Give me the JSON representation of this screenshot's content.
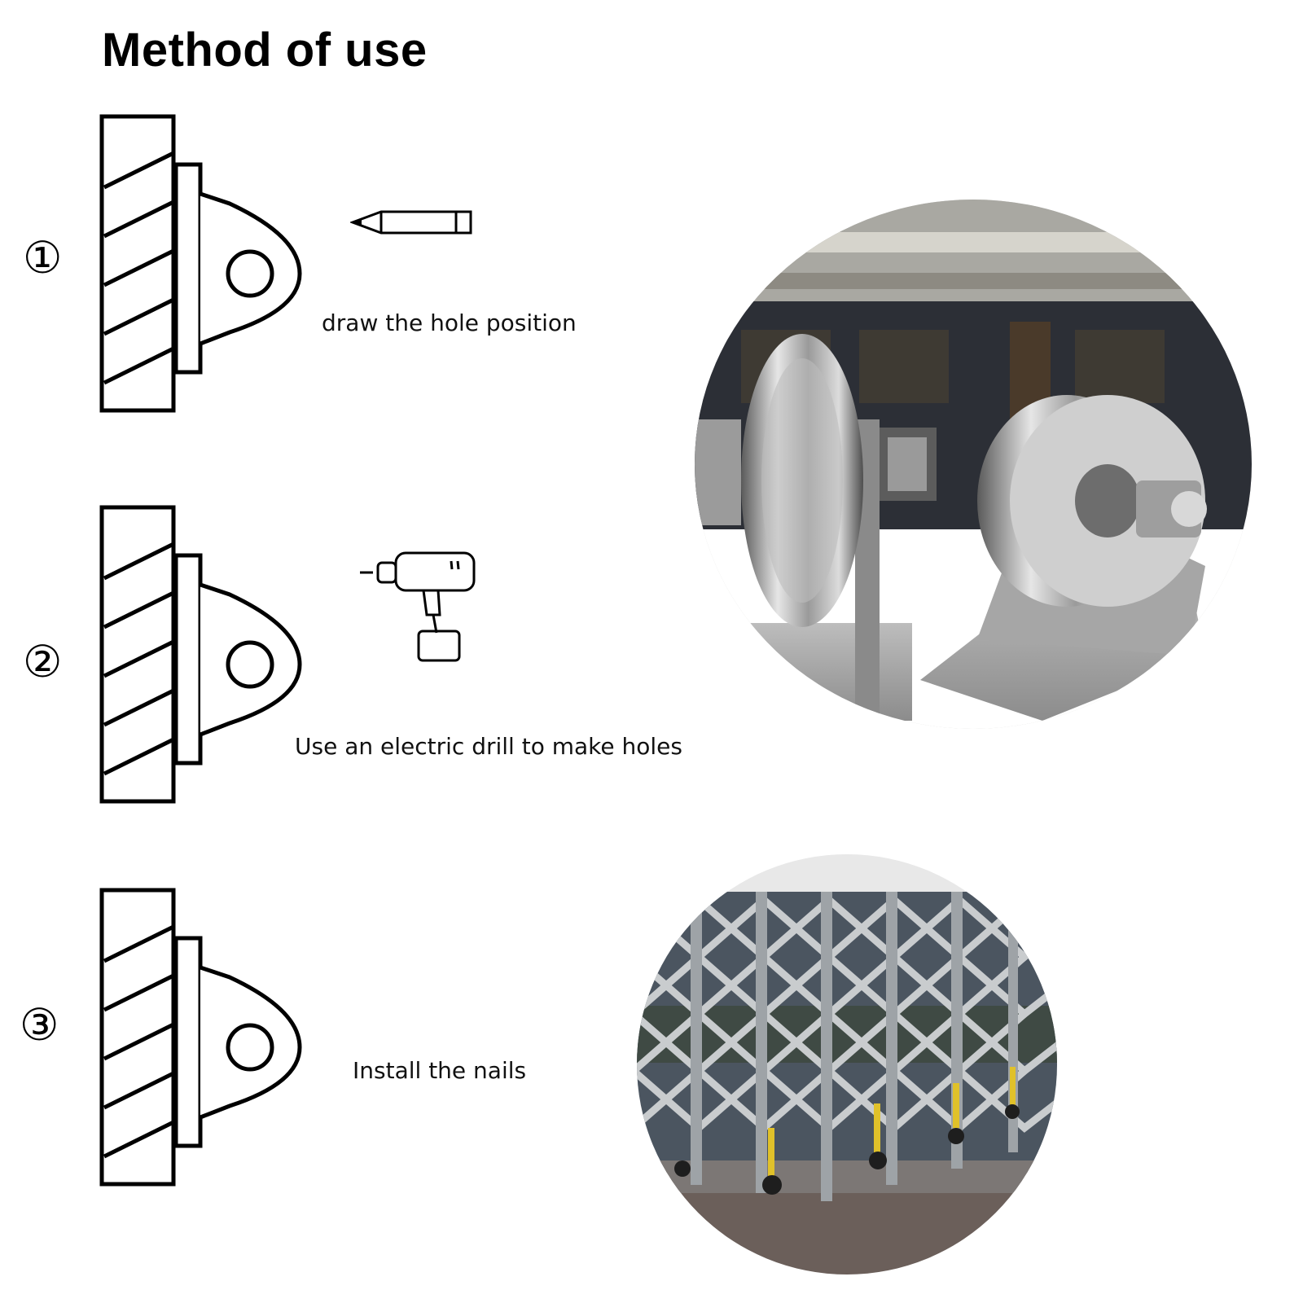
{
  "title": "Method of use",
  "steps": [
    {
      "number": "①",
      "caption": "draw the hole position",
      "tool_icon": "pencil-icon"
    },
    {
      "number": "②",
      "caption": "Use an electric drill to make holes",
      "tool_icon": "drill-icon"
    },
    {
      "number": "③",
      "caption": "Install the  nails",
      "tool_icon": ""
    }
  ],
  "photos": [
    {
      "subject": "pulley-wheels-photo"
    },
    {
      "subject": "retractable-gate-photo"
    }
  ]
}
